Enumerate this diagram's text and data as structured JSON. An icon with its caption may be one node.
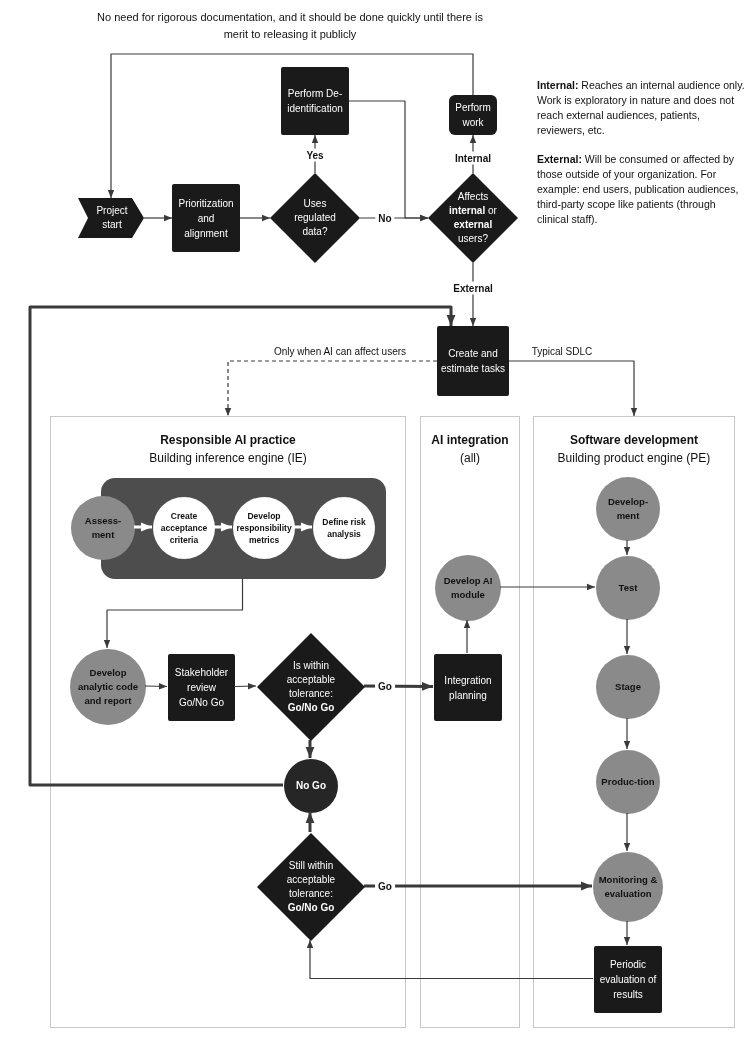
{
  "diagram": {
    "nodes": [
      {
        "text": [
          "Project start"
        ]
      },
      {
        "text": [
          "Prioritization and alignment"
        ]
      },
      {
        "text": [
          "Uses regulated data?"
        ]
      },
      {
        "text": [
          "Perform De-identification"
        ]
      },
      {
        "text": [
          "Perform work"
        ]
      },
      {
        "text": [
          "Affects **internal** or **external** users?"
        ]
      },
      {
        "text": [
          "Create and estimate tasks"
        ]
      },
      {
        "text": [
          "Responsible AI practice",
          "Building inference engine (IE)"
        ]
      },
      {
        "text": [
          "AI integration",
          "(all)"
        ]
      },
      {
        "text": [
          "Software development",
          "Building product engine (PE)"
        ]
      },
      {
        "text": [],
        "shape": "box",
        "in": 7
      },
      {
        "text": [
          "Assess-ment"
        ],
        "in": 7
      },
      {
        "text": [
          "Create acceptance criteria"
        ],
        "in": 10
      },
      {
        "text": [
          "Develop responsibility metrics"
        ],
        "in": 10
      },
      {
        "text": [
          "Define risk analysis"
        ],
        "in": 10
      },
      {
        "text": [
          "Develop analytic code and report"
        ],
        "in": 7
      },
      {
        "text": [
          "Stakeholder review Go/No Go"
        ],
        "in": 7
      },
      {
        "text": [
          "Is within acceptable tolerance: **Go/No Go**"
        ],
        "in": 7
      },
      {
        "text": [
          "No Go"
        ],
        "in": 7
      },
      {
        "text": [
          "Still within acceptable tolerance: **Go/No Go**"
        ],
        "in": 7
      },
      {
        "text": [
          "Develop AI module"
        ],
        "in": 8
      },
      {
        "text": [
          "Integration planning"
        ],
        "in": 8
      },
      {
        "text": [
          "Develop-ment"
        ],
        "in": 9
      },
      {
        "text": [
          "Test"
        ],
        "in": 9
      },
      {
        "text": [
          "Stage"
        ],
        "in": 9
      },
      {
        "text": [
          "Produc-tion"
        ],
        "in": 9
      },
      {
        "text": [
          "Monitoring & evaluation"
        ],
        "in": 9
      },
      {
        "text": [
          "Periodic evaluation of results"
        ],
        "in": 9
      }
    ],
    "edges": [
      {
        "from": 0,
        "to": 1,
        "arrow": "to"
      },
      {
        "from": 1,
        "to": 2,
        "arrow": "to"
      },
      {
        "from": 2,
        "to": 3,
        "arrow": "to",
        "label": "Yes"
      },
      {
        "from": 2,
        "to": 5,
        "arrow": "to",
        "label": "No"
      },
      {
        "from": 3,
        "to": 5,
        "arrow": "to"
      },
      {
        "from": 5,
        "to": 4,
        "arrow": "to",
        "label": "Internal"
      },
      {
        "from": 4,
        "to": 0,
        "arrow": "to",
        "label": "No need for rigorous documentation, and it should be done quickly until there is merit to releasing it publicly"
      },
      {
        "from": 5,
        "to": 6,
        "arrow": "to",
        "label": "External"
      },
      {
        "from": 6,
        "to": 7,
        "arrow": "to",
        "style": "dashed",
        "label": "Only when AI can affect users"
      },
      {
        "from": 6,
        "to": 9,
        "arrow": "to",
        "label": "Typical SDLC"
      },
      {
        "from": 11,
        "to": 12,
        "arrow": "to",
        "color": "#ffffff",
        "style": "thick"
      },
      {
        "from": 12,
        "to": 13,
        "arrow": "to",
        "color": "#ffffff",
        "style": "thick"
      },
      {
        "from": 13,
        "to": 14,
        "arrow": "to",
        "color": "#ffffff",
        "style": "thick"
      },
      {
        "from": 10,
        "to": 15,
        "arrow": "to"
      },
      {
        "from": 15,
        "to": 16,
        "arrow": "to"
      },
      {
        "from": 16,
        "to": 17,
        "arrow": "to"
      },
      {
        "from": 17,
        "to": 21,
        "arrow": "to",
        "style": "thick",
        "label": "Go"
      },
      {
        "from": 17,
        "to": 18,
        "arrow": "to",
        "style": "thick"
      },
      {
        "from": 18,
        "to": 6,
        "arrow": "to",
        "style": "thick"
      },
      {
        "from": 19,
        "to": 18,
        "arrow": "to",
        "style": "thick"
      },
      {
        "from": 19,
        "to": 26,
        "arrow": "to",
        "style": "thick",
        "label": "Go"
      },
      {
        "from": 21,
        "to": 20,
        "arrow": "to"
      },
      {
        "from": 20,
        "to": 23,
        "arrow": "to"
      },
      {
        "from": 22,
        "to": 23,
        "arrow": "to"
      },
      {
        "from": 23,
        "to": 24,
        "arrow": "to"
      },
      {
        "from": 24,
        "to": 25,
        "arrow": "to"
      },
      {
        "from": 25,
        "to": 26,
        "arrow": "to"
      },
      {
        "from": 26,
        "to": 27,
        "arrow": "to"
      },
      {
        "from": 27,
        "to": 19,
        "arrow": "to"
      }
    ],
    "labels": [
      "**Internal:** Reaches an internal audience only. Work is exploratory in nature and does not reach external audiences, patients, reviewers, etc.",
      "**External:** Will be consumed or affected by those outside of your organization. For example: end users, publication audiences, third-party scope like patients (through clinical staff)."
    ]
  }
}
